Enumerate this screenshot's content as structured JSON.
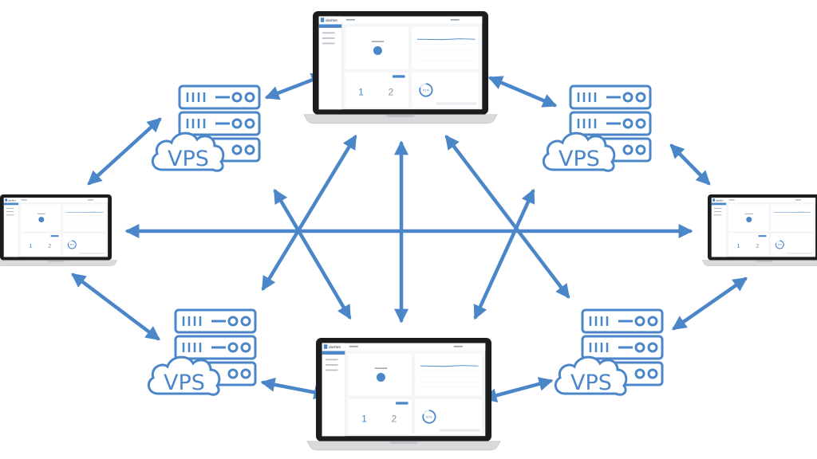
{
  "colors": {
    "accent": "#4a86c8",
    "arrow": "#4a86c8",
    "laptop_body": "#d9dadc",
    "laptop_bezel": "#1c1c1e",
    "screen_bg": "#f4f6f8"
  },
  "servers": [
    {
      "id": "vps-top-left",
      "label": "VPS"
    },
    {
      "id": "vps-top-right",
      "label": "VPS"
    },
    {
      "id": "vps-bottom-left",
      "label": "VPS"
    },
    {
      "id": "vps-bottom-right",
      "label": "VPS"
    }
  ],
  "laptops": [
    {
      "id": "laptop-top",
      "dashboard": {
        "brand": "dashlet",
        "big1": "1",
        "big2": "2",
        "gauge": "81%"
      }
    },
    {
      "id": "laptop-bottom",
      "dashboard": {
        "brand": "dashlet",
        "big1": "1",
        "big2": "2",
        "gauge": "81%"
      }
    },
    {
      "id": "laptop-left",
      "dashboard": {
        "brand": "dashlet",
        "big1": "1",
        "big2": "2",
        "gauge": "81%"
      }
    },
    {
      "id": "laptop-right",
      "dashboard": {
        "brand": "dashlet",
        "big1": "1",
        "big2": "2",
        "gauge": "81%"
      }
    }
  ],
  "icons": {
    "server": "server-rack-icon",
    "cloud": "cloud-icon",
    "laptop": "laptop-icon",
    "arrow": "double-headed-arrow"
  }
}
